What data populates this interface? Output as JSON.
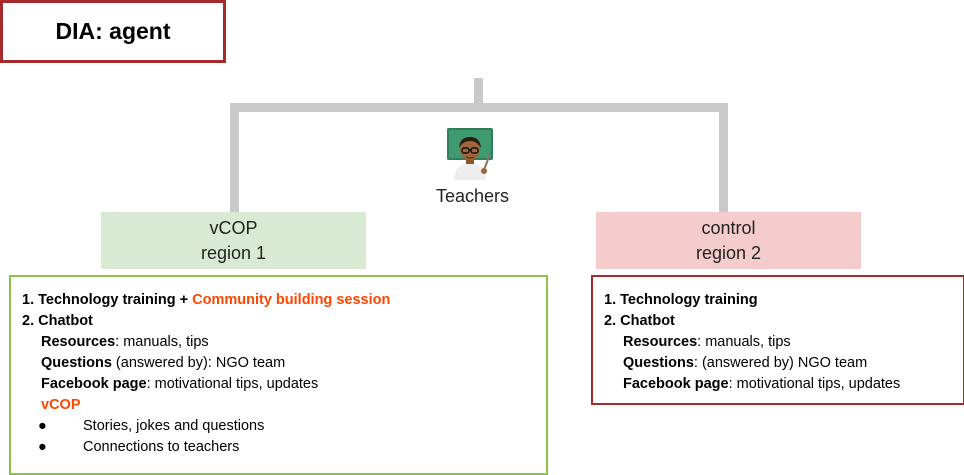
{
  "top": {
    "title": "DIA: agent"
  },
  "teachers": {
    "label": "Teachers",
    "icon": "teacher-at-board-icon"
  },
  "regions": {
    "left": {
      "line1": "vCOP",
      "line2": "region 1"
    },
    "right": {
      "line1": "control",
      "line2": "region 2"
    }
  },
  "left_panel": {
    "item1_prefix": "1. Technology training + ",
    "item1_highlight": "Community building session",
    "item2": "2. Chatbot",
    "resources_label": "Resources",
    "resources_text": ": manuals, tips",
    "questions_label": "Questions",
    "questions_text": " (answered by): NGO team",
    "facebook_label": "Facebook page",
    "facebook_text": ": motivational tips, updates",
    "vcop_label": "vCOP",
    "bullets": [
      "Stories, jokes and questions",
      "Connections to teachers"
    ]
  },
  "right_panel": {
    "item1": "1. Technology training",
    "item2": "2. Chatbot",
    "resources_label": "Resources",
    "resources_text": ": manuals, tips",
    "questions_label": "Questions",
    "questions_text": ": (answered by) NGO team",
    "facebook_label": "Facebook page",
    "facebook_text": ": motivational tips, updates"
  },
  "colors": {
    "top_border": "#a52a2a",
    "left_region_fill": "#d9ead3",
    "right_region_fill": "#f4cccc",
    "left_panel_border": "#8bc34a",
    "right_panel_border": "#a52a2a",
    "highlight": "#ff4500",
    "connector": "#c9c9c9"
  }
}
